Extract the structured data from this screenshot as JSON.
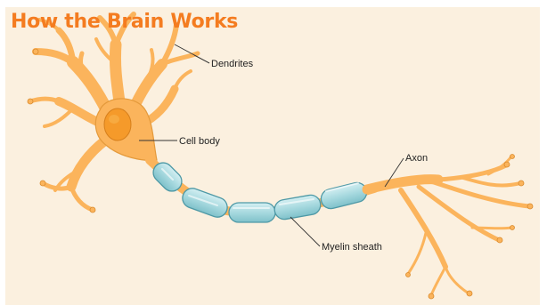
{
  "title": "How the Brain Works",
  "labels": {
    "dendrites": "Dendrites",
    "cell_body": "Cell body",
    "axon": "Axon",
    "myelin_sheath": "Myelin sheath"
  },
  "colors": {
    "title": "#f47c20",
    "background": "#fbf0df",
    "neuron_fill": "#fbb45c",
    "neuron_stroke": "#d98a2c",
    "nucleus": "#f59a2a",
    "myelin_fill": "#a7d9df",
    "myelin_stroke": "#4e99a6"
  }
}
